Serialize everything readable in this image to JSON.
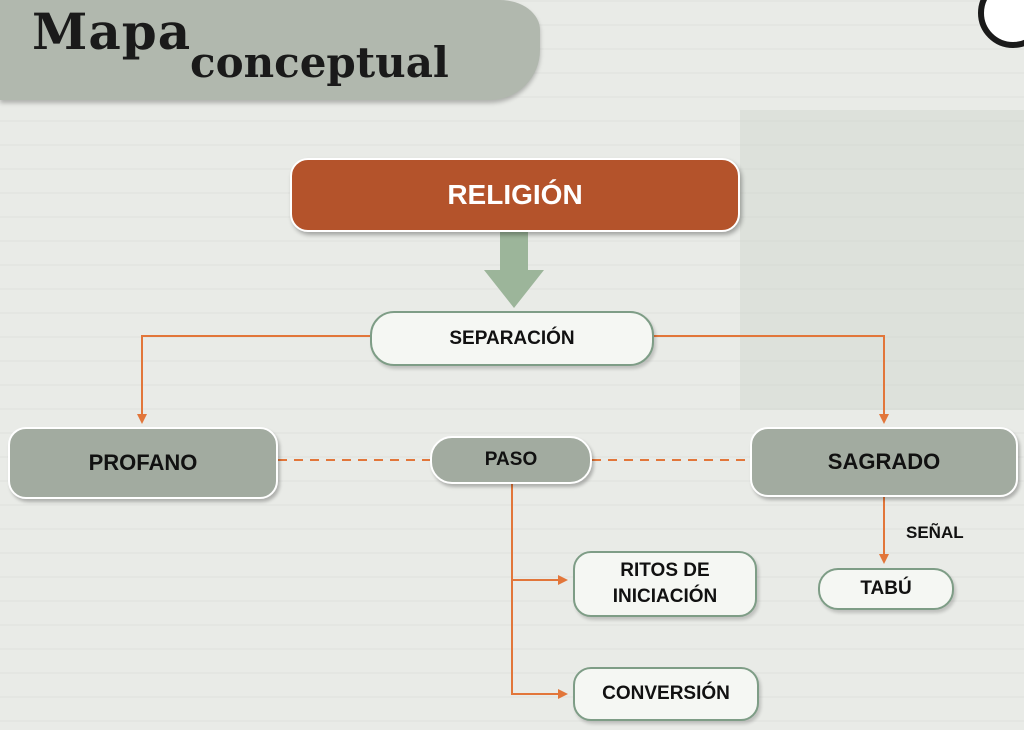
{
  "header": {
    "title_line1": "Mapa",
    "title_line2": "conceptual"
  },
  "diagram": {
    "root": "RELIGIÓN",
    "separacion": "SEPARACIÓN",
    "profano": "PROFANO",
    "paso": "PASO",
    "sagrado": "SAGRADO",
    "ritos_line1": "RITOS DE",
    "ritos_line2": "INICIACIÓN",
    "conversion": "CONVERSIÓN",
    "tabu": "TABÚ",
    "senal_label": "SEÑAL"
  },
  "colors": {
    "root_fill": "#b4532b",
    "node_fill": "#a2aba0",
    "light_node_fill": "#f5f7f3",
    "arrow": "#e2763a",
    "down_arrow": "#9cb59a",
    "banner": "#b1b8ae"
  }
}
